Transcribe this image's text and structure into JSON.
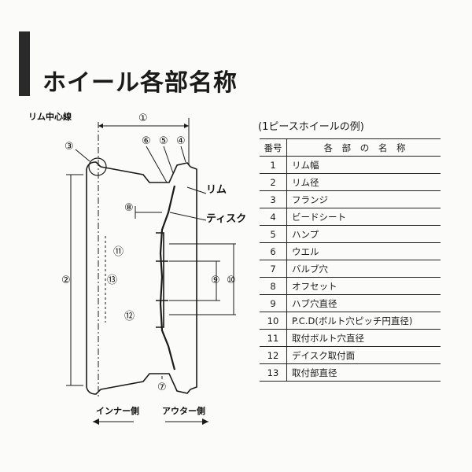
{
  "title": "ホイール各部名称",
  "subtitle": "(1ピースホイールの例)",
  "table": {
    "header_num": "番号",
    "header_name": "各 部 の 名 称",
    "rows": [
      {
        "num": "1",
        "name": "リム幅"
      },
      {
        "num": "2",
        "name": "リム径"
      },
      {
        "num": "3",
        "name": "フランジ"
      },
      {
        "num": "4",
        "name": "ビードシート"
      },
      {
        "num": "5",
        "name": "ハンプ"
      },
      {
        "num": "6",
        "name": "ウエル"
      },
      {
        "num": "7",
        "name": "バルブ穴"
      },
      {
        "num": "8",
        "name": "オフセット"
      },
      {
        "num": "9",
        "name": "ハブ穴直径"
      },
      {
        "num": "10",
        "name": "P.C.D(ボルト穴ピッチ円直径)"
      },
      {
        "num": "11",
        "name": "取付ボルト穴直径"
      },
      {
        "num": "12",
        "name": "デイスク取付面"
      },
      {
        "num": "13",
        "name": "取付部直径"
      }
    ]
  },
  "diagram": {
    "rim_centerline_label": "リム中心線",
    "rim_label": "リム",
    "disc_label": "ティスク",
    "inner_side_label": "インナー側",
    "outer_side_label": "アウター側",
    "markers": {
      "m1": "①",
      "m2": "②",
      "m3": "③",
      "m4": "④",
      "m5": "⑤",
      "m6": "⑥",
      "m7": "⑦",
      "m8": "⑧",
      "m9": "⑨",
      "m10": "⑩",
      "m11": "⑪",
      "m12": "⑫",
      "m13": "⑬"
    }
  }
}
